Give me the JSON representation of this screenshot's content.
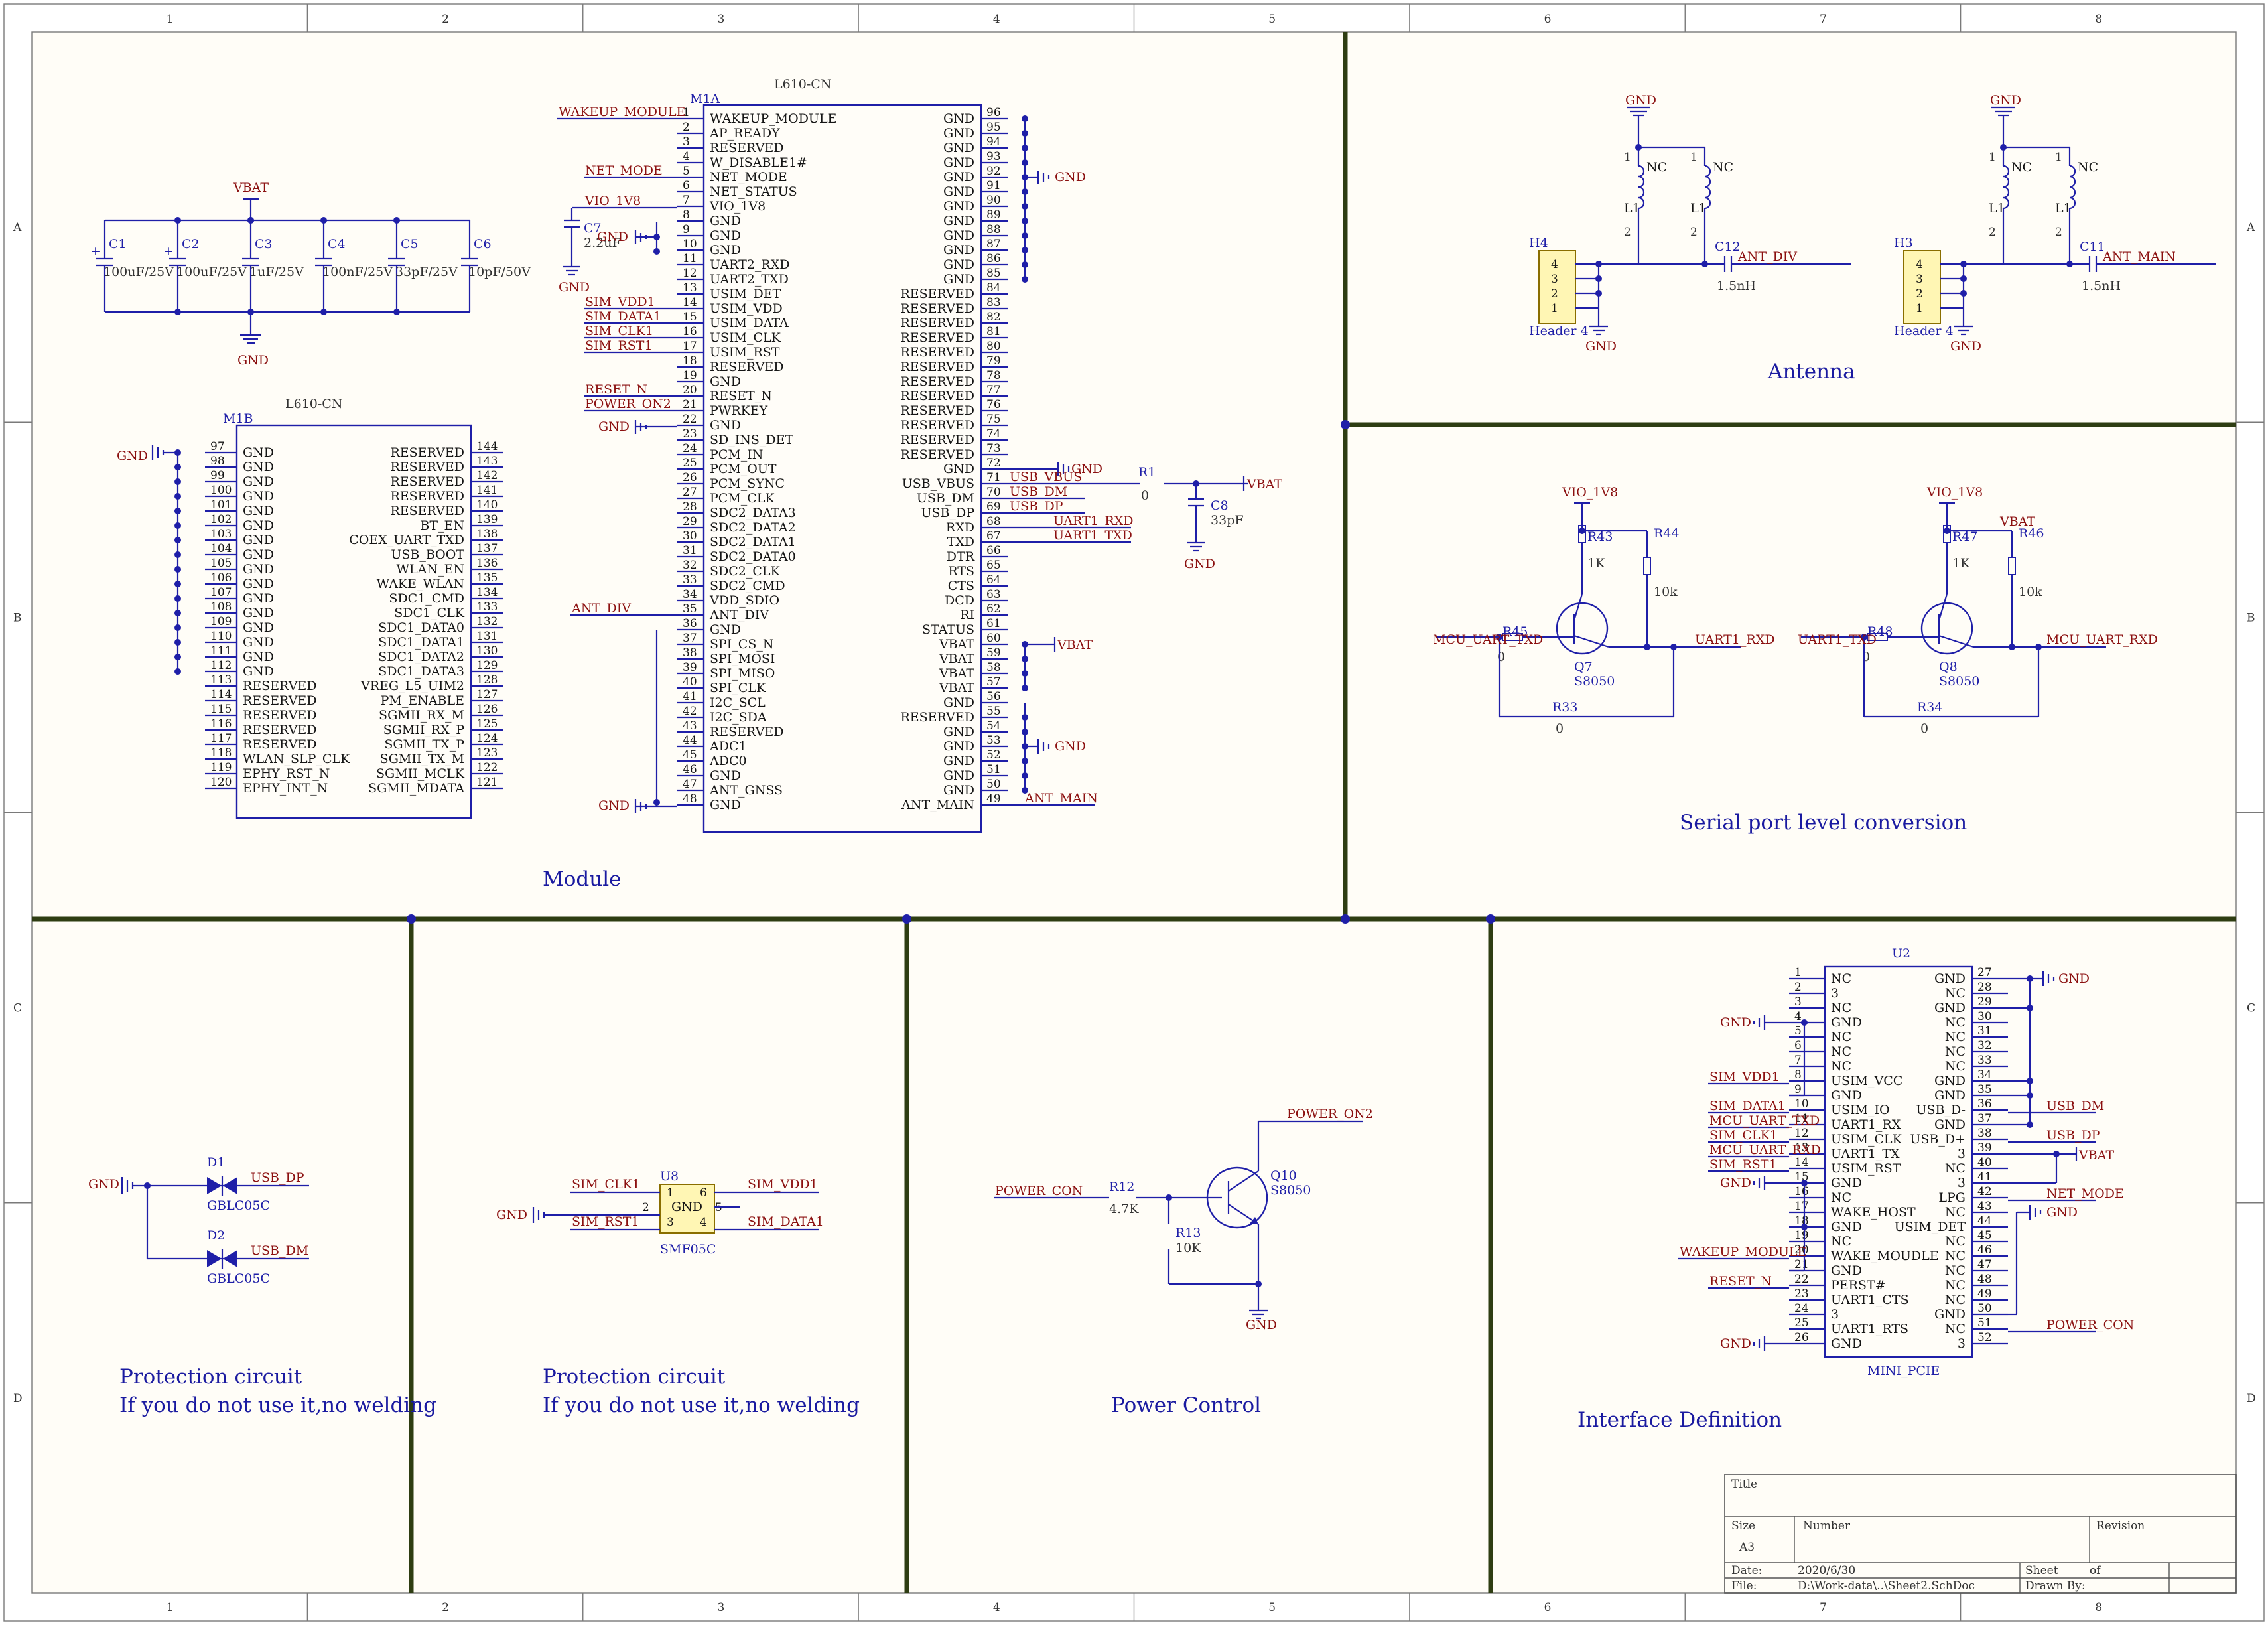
{
  "sheet": {
    "col_labels": [
      "1",
      "2",
      "3",
      "4",
      "5",
      "6",
      "7",
      "8"
    ],
    "row_labels": [
      "A",
      "B",
      "C",
      "D"
    ]
  },
  "sections": {
    "module": "Module",
    "antenna": "Antenna",
    "serial": "Serial port level conversion",
    "protection1_line1": "Protection circuit",
    "protection1_line2": "If you do not use it,no welding",
    "protection2_line1": "Protection circuit",
    "protection2_line2": "If you do not use it,no welding",
    "power_control": "Power Control",
    "interface": "Interface Definition"
  },
  "nets": {
    "vbat": "VBAT",
    "gnd": "GND",
    "vio": "VIO_1V8",
    "wakeup": "WAKEUP_MODULE",
    "net_mode": "NET_MODE",
    "sim_vdd1": "SIM_VDD1",
    "sim_data1": "SIM_DATA1",
    "sim_clk1": "SIM_CLK1",
    "sim_rst1": "SIM_RST1",
    "reset_n": "RESET_N",
    "power_on2": "POWER_ON2",
    "ant_div": "ANT_DIV",
    "ant_main": "ANT_MAIN",
    "usb_vbus": "USB_VBUS",
    "usb_dm": "USB_DM",
    "usb_dp": "USB_DP",
    "uart1_rxd": "UART1_RXD",
    "uart1_txd": "UART1_TXD",
    "mcu_uart_txd": "MCU_UART_TXD",
    "mcu_uart_rxd": "MCU_UART_RXD",
    "power_con": "POWER_CON"
  },
  "m1a": {
    "title": "L610-CN",
    "ref": "M1A",
    "left_pins": [
      {
        "num": "1",
        "name": "WAKEUP_MODULE"
      },
      {
        "num": "2",
        "name": "AP_READY"
      },
      {
        "num": "3",
        "name": "RESERVED"
      },
      {
        "num": "4",
        "name": "W_DISABLE1#"
      },
      {
        "num": "5",
        "name": "NET_MODE"
      },
      {
        "num": "6",
        "name": "NET_STATUS"
      },
      {
        "num": "7",
        "name": "VIO_1V8"
      },
      {
        "num": "8",
        "name": "GND"
      },
      {
        "num": "9",
        "name": "GND"
      },
      {
        "num": "10",
        "name": "GND"
      },
      {
        "num": "11",
        "name": "UART2_RXD"
      },
      {
        "num": "12",
        "name": "UART2_TXD"
      },
      {
        "num": "13",
        "name": "USIM_DET"
      },
      {
        "num": "14",
        "name": "USIM_VDD"
      },
      {
        "num": "15",
        "name": "USIM_DATA"
      },
      {
        "num": "16",
        "name": "USIM_CLK"
      },
      {
        "num": "17",
        "name": "USIM_RST"
      },
      {
        "num": "18",
        "name": "RESERVED"
      },
      {
        "num": "19",
        "name": "GND"
      },
      {
        "num": "20",
        "name": "RESET_N"
      },
      {
        "num": "21",
        "name": "PWRKEY"
      },
      {
        "num": "22",
        "name": "GND"
      },
      {
        "num": "23",
        "name": "SD_INS_DET"
      },
      {
        "num": "24",
        "name": "PCM_IN"
      },
      {
        "num": "25",
        "name": "PCM_OUT"
      },
      {
        "num": "26",
        "name": "PCM_SYNC"
      },
      {
        "num": "27",
        "name": "PCM_CLK"
      },
      {
        "num": "28",
        "name": "SDC2_DATA3"
      },
      {
        "num": "29",
        "name": "SDC2_DATA2"
      },
      {
        "num": "30",
        "name": "SDC2_DATA1"
      },
      {
        "num": "31",
        "name": "SDC2_DATA0"
      },
      {
        "num": "32",
        "name": "SDC2_CLK"
      },
      {
        "num": "33",
        "name": "SDC2_CMD"
      },
      {
        "num": "34",
        "name": "VDD_SDIO"
      },
      {
        "num": "35",
        "name": "ANT_DIV"
      },
      {
        "num": "36",
        "name": "GND"
      },
      {
        "num": "37",
        "name": "SPI_CS_N"
      },
      {
        "num": "38",
        "name": "SPI_MOSI"
      },
      {
        "num": "39",
        "name": "SPI_MISO"
      },
      {
        "num": "40",
        "name": "SPI_CLK"
      },
      {
        "num": "41",
        "name": "I2C_SCL"
      },
      {
        "num": "42",
        "name": "I2C_SDA"
      },
      {
        "num": "43",
        "name": "RESERVED"
      },
      {
        "num": "44",
        "name": "ADC1"
      },
      {
        "num": "45",
        "name": "ADC0"
      },
      {
        "num": "46",
        "name": "GND"
      },
      {
        "num": "47",
        "name": "ANT_GNSS"
      },
      {
        "num": "48",
        "name": "GND"
      }
    ],
    "right_pins": [
      {
        "num": "96",
        "name": "GND"
      },
      {
        "num": "95",
        "name": "GND"
      },
      {
        "num": "94",
        "name": "GND"
      },
      {
        "num": "93",
        "name": "GND"
      },
      {
        "num": "92",
        "name": "GND"
      },
      {
        "num": "91",
        "name": "GND"
      },
      {
        "num": "90",
        "name": "GND"
      },
      {
        "num": "89",
        "name": "GND"
      },
      {
        "num": "88",
        "name": "GND"
      },
      {
        "num": "87",
        "name": "GND"
      },
      {
        "num": "86",
        "name": "GND"
      },
      {
        "num": "85",
        "name": "GND"
      },
      {
        "num": "84",
        "name": "RESERVED"
      },
      {
        "num": "83",
        "name": "RESERVED"
      },
      {
        "num": "82",
        "name": "RESERVED"
      },
      {
        "num": "81",
        "name": "RESERVED"
      },
      {
        "num": "80",
        "name": "RESERVED"
      },
      {
        "num": "79",
        "name": "RESERVED"
      },
      {
        "num": "78",
        "name": "RESERVED"
      },
      {
        "num": "77",
        "name": "RESERVED"
      },
      {
        "num": "76",
        "name": "RESERVED"
      },
      {
        "num": "75",
        "name": "RESERVED"
      },
      {
        "num": "74",
        "name": "RESERVED"
      },
      {
        "num": "73",
        "name": "RESERVED"
      },
      {
        "num": "72",
        "name": "GND"
      },
      {
        "num": "71",
        "name": "USB_VBUS"
      },
      {
        "num": "70",
        "name": "USB_DM"
      },
      {
        "num": "69",
        "name": "USB_DP"
      },
      {
        "num": "68",
        "name": "RXD"
      },
      {
        "num": "67",
        "name": "TXD"
      },
      {
        "num": "66",
        "name": "DTR"
      },
      {
        "num": "65",
        "name": "RTS"
      },
      {
        "num": "64",
        "name": "CTS"
      },
      {
        "num": "63",
        "name": "DCD"
      },
      {
        "num": "62",
        "name": "RI"
      },
      {
        "num": "61",
        "name": "STATUS"
      },
      {
        "num": "60",
        "name": "VBAT"
      },
      {
        "num": "59",
        "name": "VBAT"
      },
      {
        "num": "58",
        "name": "VBAT"
      },
      {
        "num": "57",
        "name": "VBAT"
      },
      {
        "num": "56",
        "name": "GND"
      },
      {
        "num": "55",
        "name": "RESERVED"
      },
      {
        "num": "54",
        "name": "GND"
      },
      {
        "num": "53",
        "name": "GND"
      },
      {
        "num": "52",
        "name": "GND"
      },
      {
        "num": "51",
        "name": "GND"
      },
      {
        "num": "50",
        "name": "GND"
      },
      {
        "num": "49",
        "name": "ANT_MAIN"
      }
    ]
  },
  "m1b": {
    "title": "L610-CN",
    "ref": "M1B",
    "left_pins": [
      {
        "num": "97",
        "name": "GND"
      },
      {
        "num": "98",
        "name": "GND"
      },
      {
        "num": "99",
        "name": "GND"
      },
      {
        "num": "100",
        "name": "GND"
      },
      {
        "num": "101",
        "name": "GND"
      },
      {
        "num": "102",
        "name": "GND"
      },
      {
        "num": "103",
        "name": "GND"
      },
      {
        "num": "104",
        "name": "GND"
      },
      {
        "num": "105",
        "name": "GND"
      },
      {
        "num": "106",
        "name": "GND"
      },
      {
        "num": "107",
        "name": "GND"
      },
      {
        "num": "108",
        "name": "GND"
      },
      {
        "num": "109",
        "name": "GND"
      },
      {
        "num": "110",
        "name": "GND"
      },
      {
        "num": "111",
        "name": "GND"
      },
      {
        "num": "112",
        "name": "GND"
      },
      {
        "num": "113",
        "name": "RESERVED"
      },
      {
        "num": "114",
        "name": "RESERVED"
      },
      {
        "num": "115",
        "name": "RESERVED"
      },
      {
        "num": "116",
        "name": "RESERVED"
      },
      {
        "num": "117",
        "name": "RESERVED"
      },
      {
        "num": "118",
        "name": "WLAN_SLP_CLK"
      },
      {
        "num": "119",
        "name": "EPHY_RST_N"
      },
      {
        "num": "120",
        "name": "EPHY_INT_N"
      }
    ],
    "right_pins": [
      {
        "num": "144",
        "name": "RESERVED"
      },
      {
        "num": "143",
        "name": "RESERVED"
      },
      {
        "num": "142",
        "name": "RESERVED"
      },
      {
        "num": "141",
        "name": "RESERVED"
      },
      {
        "num": "140",
        "name": "RESERVED"
      },
      {
        "num": "139",
        "name": "BT_EN"
      },
      {
        "num": "138",
        "name": "COEX_UART_TXD"
      },
      {
        "num": "137",
        "name": "USB_BOOT"
      },
      {
        "num": "136",
        "name": "WLAN_EN"
      },
      {
        "num": "135",
        "name": "WAKE_WLAN"
      },
      {
        "num": "134",
        "name": "SDC1_CMD"
      },
      {
        "num": "133",
        "name": "SDC1_CLK"
      },
      {
        "num": "132",
        "name": "SDC1_DATA0"
      },
      {
        "num": "131",
        "name": "SDC1_DATA1"
      },
      {
        "num": "130",
        "name": "SDC1_DATA2"
      },
      {
        "num": "129",
        "name": "SDC1_DATA3"
      },
      {
        "num": "128",
        "name": "VREG_L5_UIM2"
      },
      {
        "num": "127",
        "name": "PM_ENABLE"
      },
      {
        "num": "126",
        "name": "SGMII_RX_M"
      },
      {
        "num": "125",
        "name": "SGMII_RX_P"
      },
      {
        "num": "124",
        "name": "SGMII_TX_P"
      },
      {
        "num": "123",
        "name": "SGMII_TX_M"
      },
      {
        "num": "122",
        "name": "SGMII_MCLK"
      },
      {
        "num": "121",
        "name": "SGMII_MDATA"
      }
    ]
  },
  "u2": {
    "ref": "U2",
    "name": "MINI_PCIE",
    "left_pins": [
      {
        "num": "1",
        "name": "NC"
      },
      {
        "num": "2",
        "name": "3"
      },
      {
        "num": "3",
        "name": "NC"
      },
      {
        "num": "4",
        "name": "GND"
      },
      {
        "num": "5",
        "name": "NC"
      },
      {
        "num": "6",
        "name": "NC"
      },
      {
        "num": "7",
        "name": "NC"
      },
      {
        "num": "8",
        "name": "USIM_VCC"
      },
      {
        "num": "9",
        "name": "GND"
      },
      {
        "num": "10",
        "name": "USIM_IO"
      },
      {
        "num": "11",
        "name": "UART1_RX"
      },
      {
        "num": "12",
        "name": "USIM_CLK"
      },
      {
        "num": "13",
        "name": "UART1_TX"
      },
      {
        "num": "14",
        "name": "USIM_RST"
      },
      {
        "num": "15",
        "name": "GND"
      },
      {
        "num": "16",
        "name": "NC"
      },
      {
        "num": "17",
        "name": "WAKE_HOST"
      },
      {
        "num": "18",
        "name": "GND"
      },
      {
        "num": "19",
        "name": "NC"
      },
      {
        "num": "20",
        "name": "WAKE_MOUDLE"
      },
      {
        "num": "21",
        "name": "GND"
      },
      {
        "num": "22",
        "name": "PERST#"
      },
      {
        "num": "23",
        "name": "UART1_CTS"
      },
      {
        "num": "24",
        "name": "3"
      },
      {
        "num": "25",
        "name": "UART1_RTS"
      },
      {
        "num": "26",
        "name": "GND"
      }
    ],
    "right_pins": [
      {
        "num": "27",
        "name": "GND"
      },
      {
        "num": "28",
        "name": "NC"
      },
      {
        "num": "29",
        "name": "GND"
      },
      {
        "num": "30",
        "name": "NC"
      },
      {
        "num": "31",
        "name": "NC"
      },
      {
        "num": "32",
        "name": "NC"
      },
      {
        "num": "33",
        "name": "NC"
      },
      {
        "num": "34",
        "name": "GND"
      },
      {
        "num": "35",
        "name": "GND"
      },
      {
        "num": "36",
        "name": "USB_D-"
      },
      {
        "num": "37",
        "name": "GND"
      },
      {
        "num": "38",
        "name": "USB_D+"
      },
      {
        "num": "39",
        "name": "3"
      },
      {
        "num": "40",
        "name": "NC"
      },
      {
        "num": "41",
        "name": "3"
      },
      {
        "num": "42",
        "name": "LPG"
      },
      {
        "num": "43",
        "name": "NC"
      },
      {
        "num": "44",
        "name": "USIM_DET"
      },
      {
        "num": "45",
        "name": "NC"
      },
      {
        "num": "46",
        "name": "NC"
      },
      {
        "num": "47",
        "name": "NC"
      },
      {
        "num": "48",
        "name": "NC"
      },
      {
        "num": "49",
        "name": "NC"
      },
      {
        "num": "50",
        "name": "GND"
      },
      {
        "num": "51",
        "name": "NC"
      },
      {
        "num": "52",
        "name": "3"
      }
    ]
  },
  "caps": [
    {
      "ref": "C1",
      "value": "100uF/25V"
    },
    {
      "ref": "C2",
      "value": "100uF/25V"
    },
    {
      "ref": "C3",
      "value": "1uF/25V"
    },
    {
      "ref": "C4",
      "value": "100nF/25V"
    },
    {
      "ref": "C5",
      "value": "33pF/25V"
    },
    {
      "ref": "C6",
      "value": "10pF/50V"
    }
  ],
  "c7": {
    "ref": "C7",
    "value": "2.2uF"
  },
  "r1": {
    "ref": "R1",
    "value": "0"
  },
  "c8": {
    "ref": "C8",
    "value": "33pF"
  },
  "antenna": {
    "h4": {
      "ref": "H4",
      "name": "Header 4",
      "pins": [
        "4",
        "3",
        "2",
        "1"
      ]
    },
    "h3": {
      "ref": "H3",
      "name": "Header 4",
      "pins": [
        "4",
        "3",
        "2",
        "1"
      ]
    },
    "c12": {
      "ref": "C12",
      "value": "1.5nH"
    },
    "c11": {
      "ref": "C11",
      "value": "1.5nH"
    },
    "l_nc": "NC",
    "l1": "L1",
    "l_pin1": "1",
    "l_pin2": "2"
  },
  "serial": {
    "r43": {
      "ref": "R43",
      "value": "1K"
    },
    "r44": {
      "ref": "R44",
      "value": "10k"
    },
    "r45": {
      "ref": "R45",
      "value": "0"
    },
    "r33": {
      "ref": "R33",
      "value": "0"
    },
    "q7": {
      "ref": "Q7",
      "value": "S8050"
    },
    "r47": {
      "ref": "R47",
      "value": "1K"
    },
    "r46": {
      "ref": "R46",
      "value": "10k"
    },
    "r48": {
      "ref": "R48",
      "value": "0"
    },
    "r34": {
      "ref": "R34",
      "value": "0"
    },
    "q8": {
      "ref": "Q8",
      "value": "S8050"
    }
  },
  "protection": {
    "d1": {
      "ref": "D1",
      "value": "GBLC05C"
    },
    "d2": {
      "ref": "D2",
      "value": "GBLC05C"
    },
    "u8": {
      "ref": "U8",
      "value": "SMF05C",
      "pins": [
        "1",
        "2",
        "3",
        "4",
        "5",
        "6"
      ],
      "center": "GND"
    }
  },
  "power": {
    "r12": {
      "ref": "R12",
      "value": "4.7K"
    },
    "r13": {
      "ref": "R13",
      "value": "10K"
    },
    "q10": {
      "ref": "Q10",
      "value": "S8050"
    }
  },
  "title_block": {
    "title_label": "Title",
    "size_label": "Size",
    "size": "A3",
    "number_label": "Number",
    "revision_label": "Revision",
    "date_label": "Date:",
    "date": "2020/6/30",
    "sheet_label": "Sheet",
    "of_label": "of",
    "file_label": "File:",
    "file": "D:\\Work-data\\..\\Sheet2.SchDoc",
    "drawn_label": "Drawn By:"
  }
}
